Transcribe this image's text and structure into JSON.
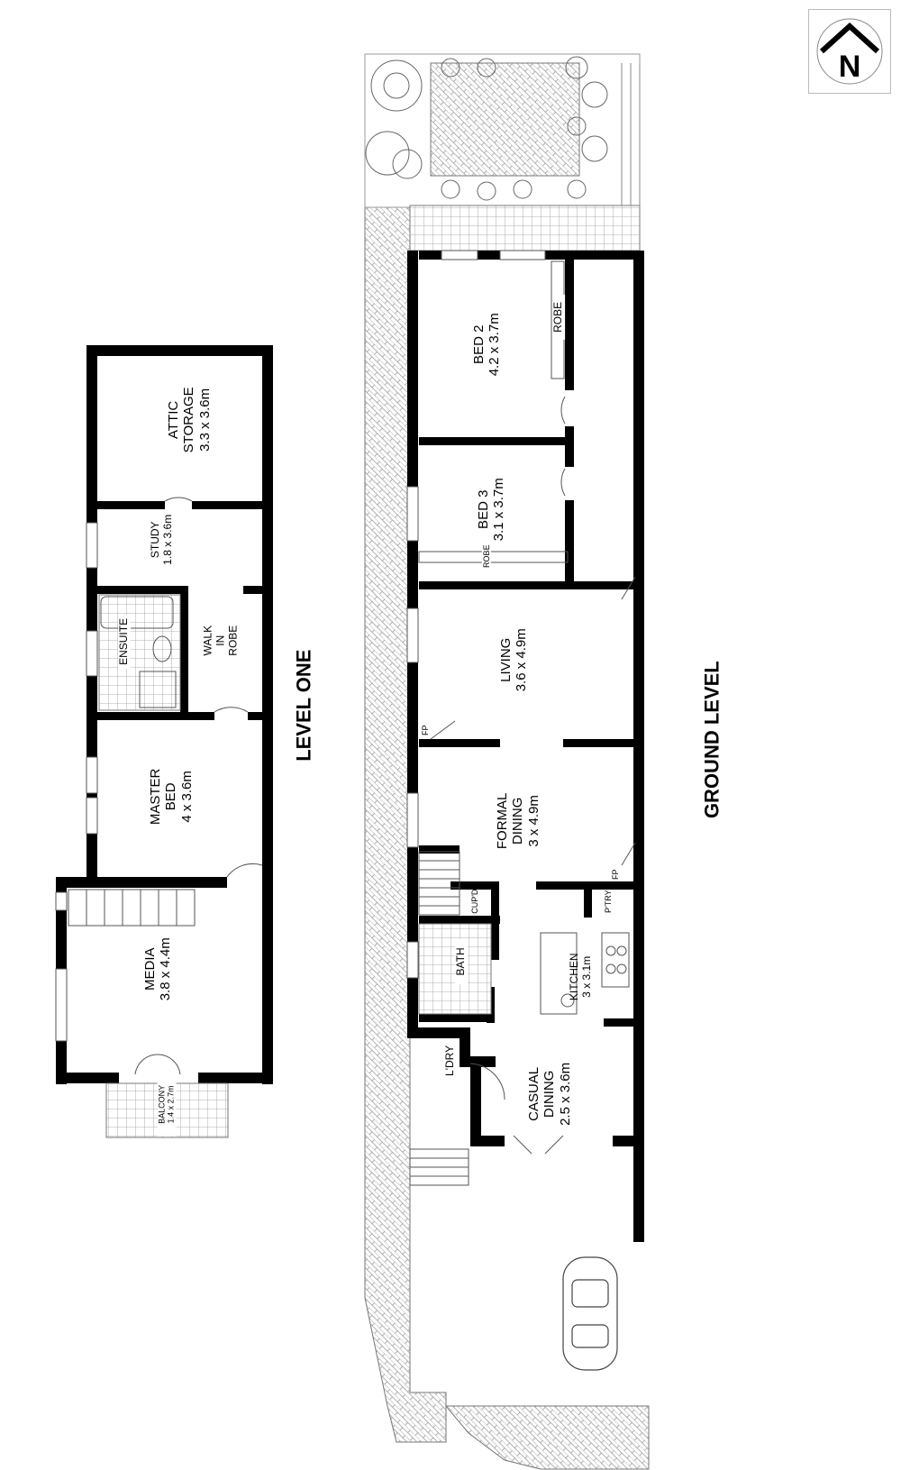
{
  "compass": {
    "letter": "N",
    "icon": "north-arrow-icon"
  },
  "levels": {
    "level_one": "LEVEL ONE",
    "ground_level": "GROUND LEVEL"
  },
  "level_one_rooms": {
    "attic": {
      "name": "ATTIC\nSTORAGE",
      "size": "3.3 x 3.6m"
    },
    "study": {
      "name": "STUDY",
      "size": "1.8 x 3.6m"
    },
    "walk_in_robe": {
      "name": "WALK\nIN\nROBE"
    },
    "ensuite": {
      "name": "ENSUITE"
    },
    "master_bed": {
      "name": "MASTER\nBED",
      "size": "4 x 3.6m"
    },
    "media": {
      "name": "MEDIA",
      "size": "3.8 x 4.4m"
    },
    "balcony": {
      "name": "BALCONY",
      "size": "1.4 x 2.7m"
    }
  },
  "ground_rooms": {
    "bed2": {
      "name": "BED 2",
      "size": "4.2 x 3.7m"
    },
    "robe_bed2": {
      "name": "ROBE"
    },
    "bed3": {
      "name": "BED 3",
      "size": "3.1 x 3.7m"
    },
    "robe_bed3": {
      "name": "ROBE"
    },
    "living": {
      "name": "LIVING",
      "size": "3.6 x 4.9m"
    },
    "fp_living": {
      "name": "FP"
    },
    "formal_dining": {
      "name": "FORMAL\nDINING",
      "size": "3 x 4.9m"
    },
    "fp_dining": {
      "name": "FP"
    },
    "cupd": {
      "name": "CUP'D"
    },
    "pantry": {
      "name": "P'TRY"
    },
    "bath": {
      "name": "BATH"
    },
    "kitchen": {
      "name": "KITCHEN",
      "size": "3 x 3.1m"
    },
    "laundry": {
      "name": "L'DRY"
    },
    "casual_dining": {
      "name": "CASUAL\nDINING",
      "size": "2.5 x 3.6m"
    }
  }
}
